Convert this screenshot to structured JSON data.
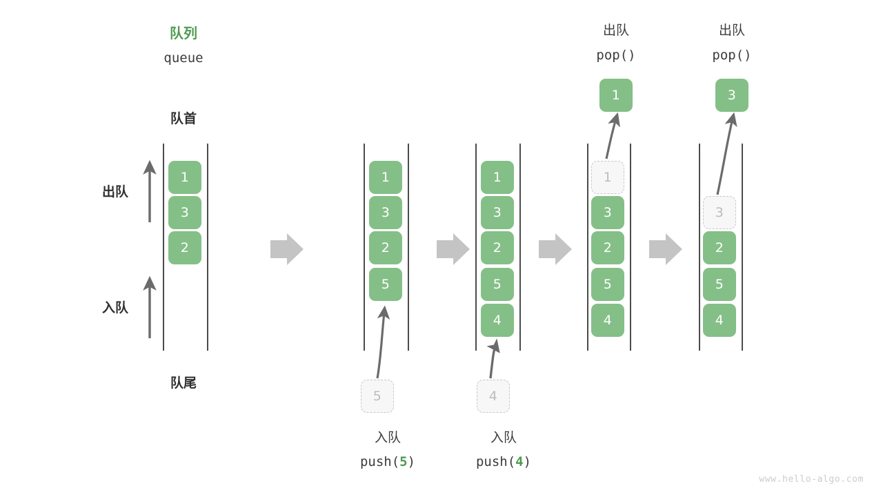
{
  "diagram": {
    "title_cn": "队列",
    "title_en": "queue",
    "front_label": "队首",
    "rear_label": "队尾",
    "dequeue_label": "出队",
    "enqueue_label": "入队",
    "watermark": "www.hello-algo.com",
    "colors": {
      "accent_green": "#84bf87",
      "title_green": "#4e9a51",
      "rail": "#4b4b4b",
      "ghost_border": "#c8c8c8",
      "ghost_text": "#bcbcbc",
      "flow_arrow": "#c4c4c4",
      "thin_arrow": "#6b6b6b",
      "watermark": "#cccccc"
    }
  },
  "steps": [
    {
      "id": "step-1",
      "header_cn": "队列",
      "header_en": "queue",
      "cells": [
        "1",
        "3",
        "2"
      ],
      "ghost_index": -1,
      "caption_cn": "",
      "caption_code": "",
      "popped_value": "",
      "pushed_value": ""
    },
    {
      "id": "step-2",
      "header_cn": "",
      "header_en": "",
      "cells": [
        "1",
        "3",
        "2",
        "5"
      ],
      "ghost_index": -1,
      "caption_cn": "入队",
      "caption_code": "push(5)",
      "caption_arg": "5",
      "popped_value": "",
      "pushed_value": "5"
    },
    {
      "id": "step-3",
      "header_cn": "",
      "header_en": "",
      "cells": [
        "1",
        "3",
        "2",
        "5",
        "4"
      ],
      "ghost_index": -1,
      "caption_cn": "入队",
      "caption_code": "push(4)",
      "caption_arg": "4",
      "popped_value": "",
      "pushed_value": "4"
    },
    {
      "id": "step-4",
      "header_cn": "出队",
      "header_en": "pop()",
      "cells": [
        "1",
        "3",
        "2",
        "5",
        "4"
      ],
      "ghost_index": 0,
      "caption_cn": "",
      "caption_code": "",
      "popped_value": "1",
      "pushed_value": ""
    },
    {
      "id": "step-5",
      "header_cn": "出队",
      "header_en": "pop()",
      "cells": [
        "3",
        "2",
        "5",
        "4"
      ],
      "ghost_index": 0,
      "caption_cn": "",
      "caption_code": "",
      "popped_value": "3",
      "pushed_value": ""
    }
  ],
  "flow_arrows": 4
}
